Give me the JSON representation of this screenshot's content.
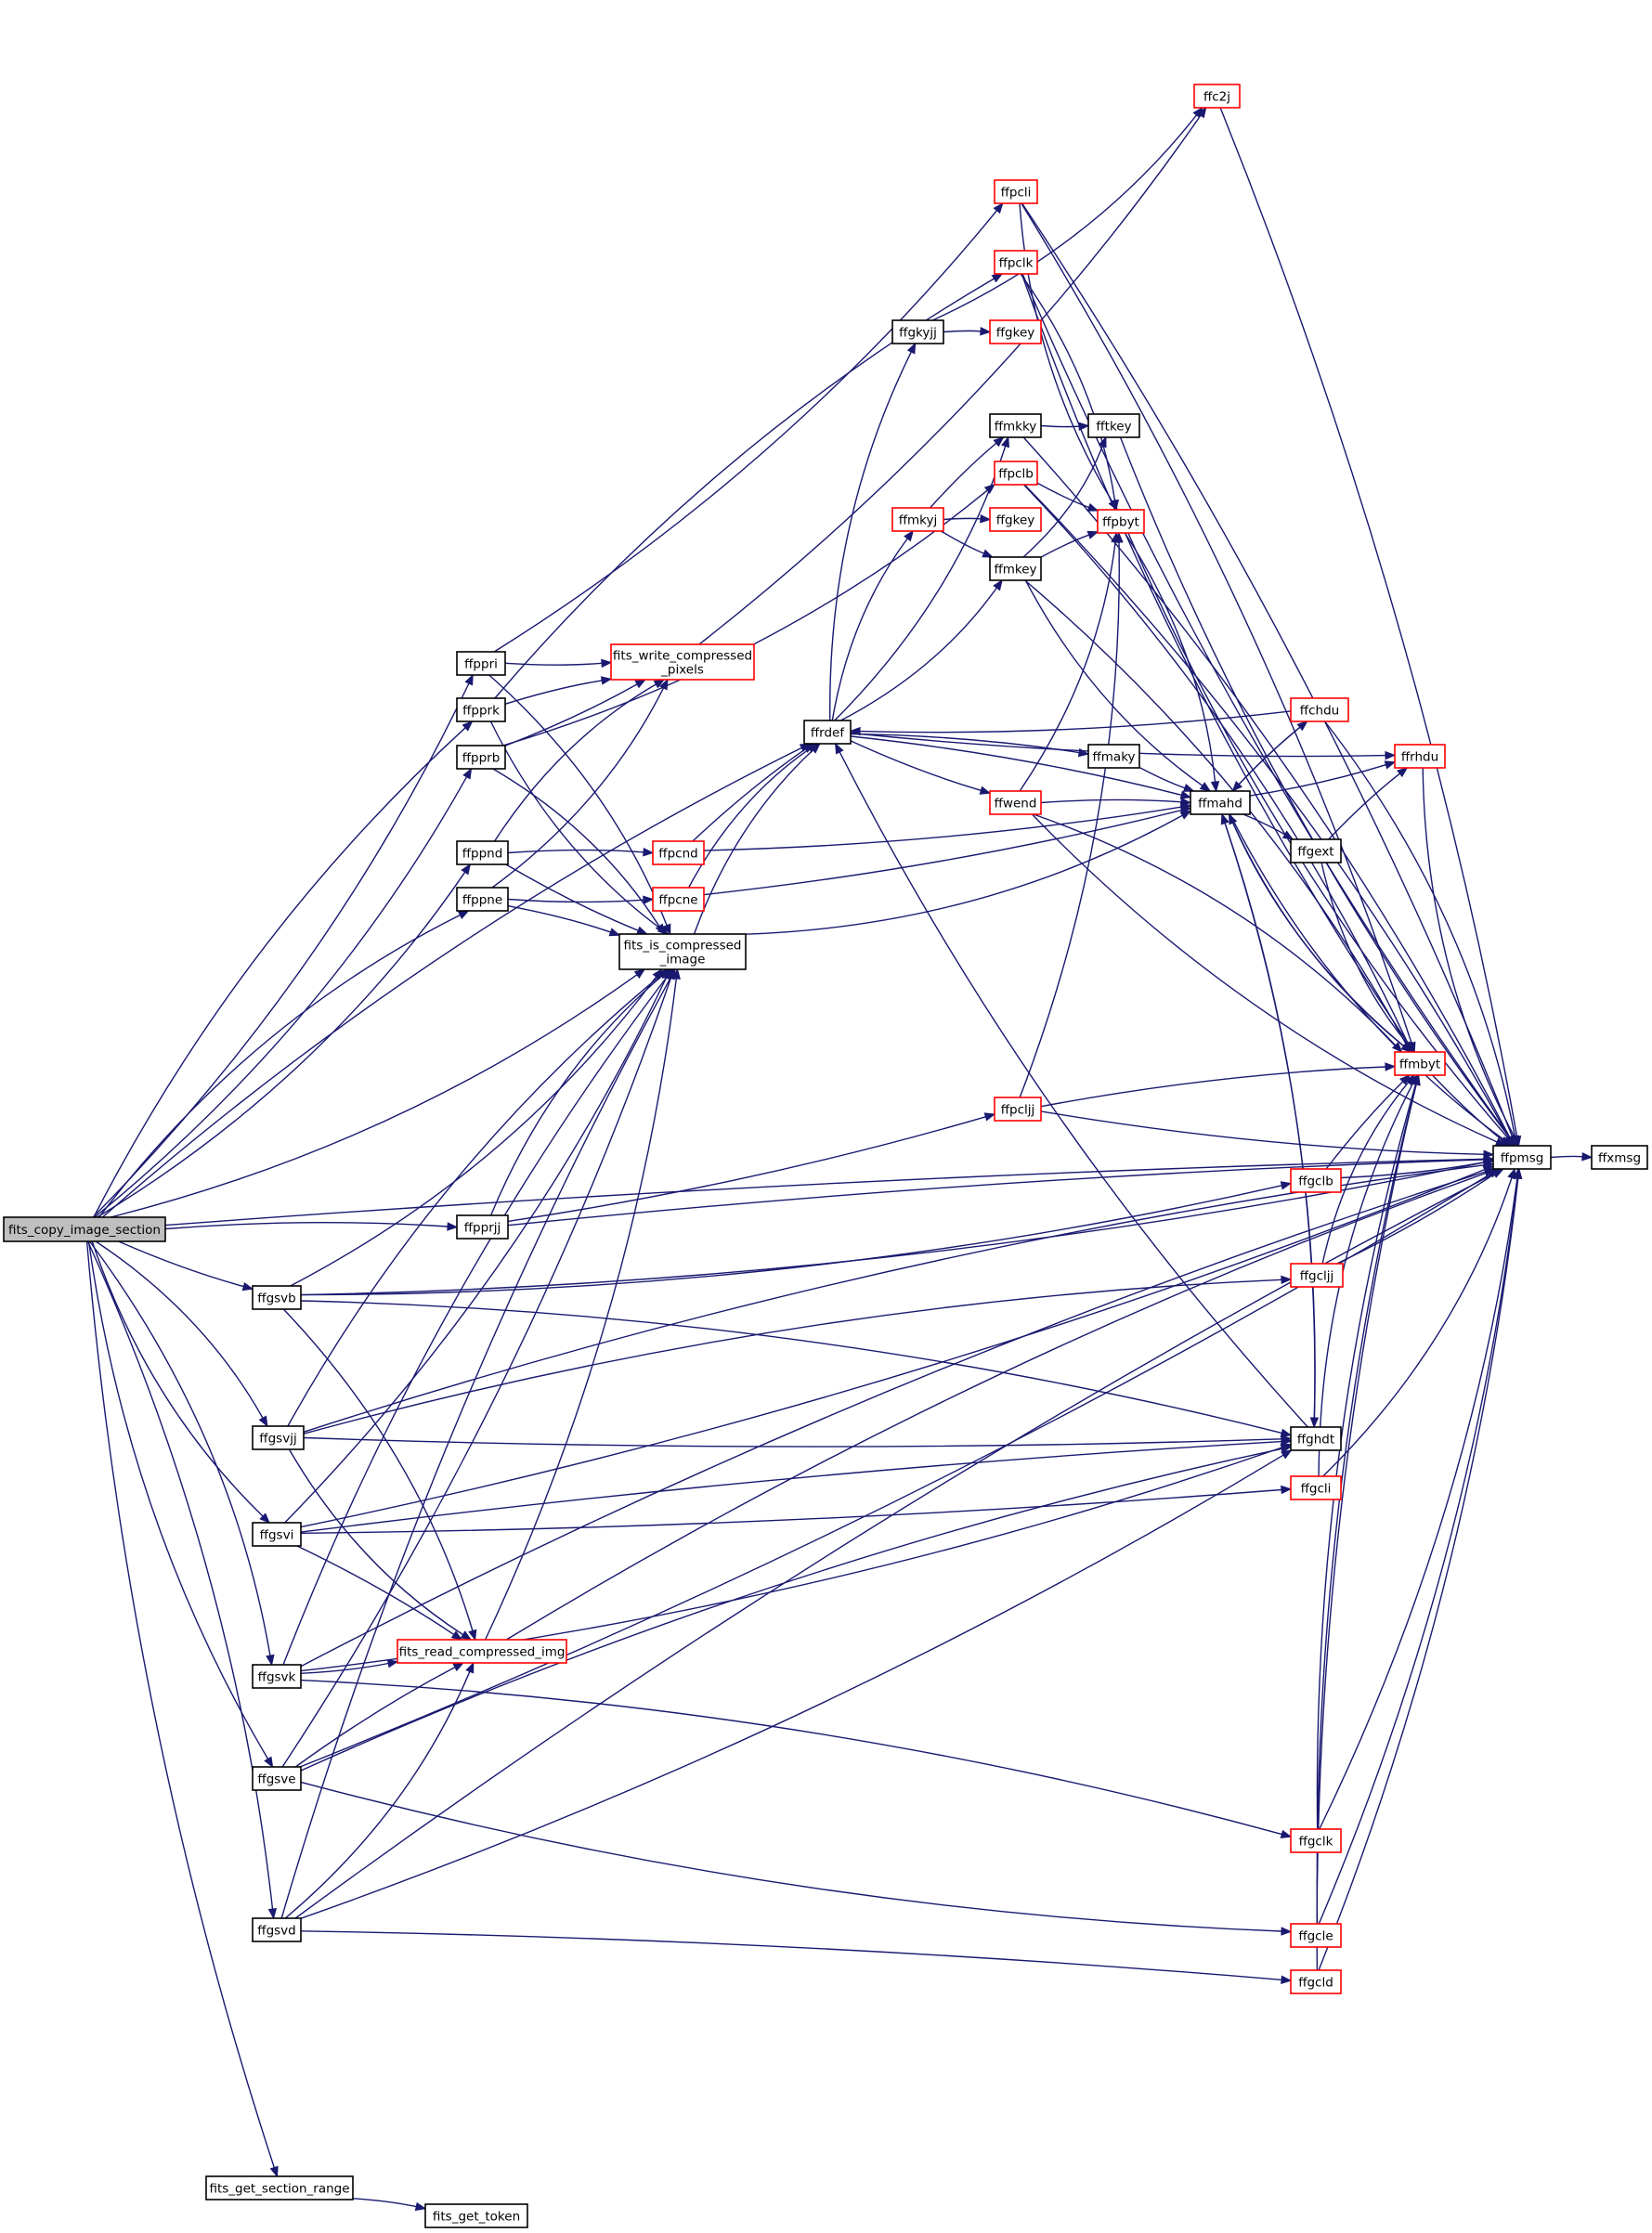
{
  "colors": {
    "edge": "#191970",
    "plain_border": "#000000",
    "linked_border": "#ff0000",
    "root_fill": "#bfbfbf"
  },
  "nodes": {
    "root": {
      "label": "fits_copy_image_section",
      "style": "root"
    },
    "ffppri": {
      "label": "ffppri",
      "style": "plain"
    },
    "ffpprk": {
      "label": "ffpprk",
      "style": "plain"
    },
    "ffpprb": {
      "label": "ffpprb",
      "style": "plain"
    },
    "ffppnd": {
      "label": "ffppnd",
      "style": "plain"
    },
    "ffppne": {
      "label": "ffppne",
      "style": "plain"
    },
    "ffpprjj": {
      "label": "ffpprjj",
      "style": "plain"
    },
    "ffgsvb": {
      "label": "ffgsvb",
      "style": "plain"
    },
    "ffgsvjj": {
      "label": "ffgsvjj",
      "style": "plain"
    },
    "ffgsvi": {
      "label": "ffgsvi",
      "style": "plain"
    },
    "ffgsvk": {
      "label": "ffgsvk",
      "style": "plain"
    },
    "ffgsve": {
      "label": "ffgsve",
      "style": "plain"
    },
    "ffgsvd": {
      "label": "ffgsvd",
      "style": "plain"
    },
    "getrange": {
      "label": "fits_get_section_range",
      "style": "plain"
    },
    "gettoken": {
      "label": "fits_get_token",
      "style": "plain"
    },
    "fwcp": {
      "label": "fits_write_compressed\n_pixels",
      "style": "linked"
    },
    "fisc": {
      "label": "fits_is_compressed\n_image",
      "style": "plain"
    },
    "frci": {
      "label": "fits_read_compressed_img",
      "style": "linked"
    },
    "ffrdef": {
      "label": "ffrdef",
      "style": "plain"
    },
    "ffpcnd": {
      "label": "ffpcnd",
      "style": "linked"
    },
    "ffpcne": {
      "label": "ffpcne",
      "style": "linked"
    },
    "ffgkyjj": {
      "label": "ffgkyjj",
      "style": "plain"
    },
    "ffgkey1": {
      "label": "ffgkey",
      "style": "linked"
    },
    "ffmkky": {
      "label": "ffmkky",
      "style": "plain"
    },
    "ffmkyj": {
      "label": "ffmkyj",
      "style": "linked"
    },
    "ffgkey2": {
      "label": "ffgkey",
      "style": "linked"
    },
    "ffmkey": {
      "label": "ffmkey",
      "style": "plain"
    },
    "ffwend": {
      "label": "ffwend",
      "style": "linked"
    },
    "ffmaky": {
      "label": "ffmaky",
      "style": "plain"
    },
    "ffpcli": {
      "label": "ffpcli",
      "style": "linked"
    },
    "ffpclk": {
      "label": "ffpclk",
      "style": "linked"
    },
    "ffpclb": {
      "label": "ffpclb",
      "style": "linked"
    },
    "ffpcljj": {
      "label": "ffpcljj",
      "style": "linked"
    },
    "ffc2j": {
      "label": "ffc2j",
      "style": "linked"
    },
    "fftkey": {
      "label": "fftkey",
      "style": "plain"
    },
    "ffpbyt": {
      "label": "ffpbyt",
      "style": "linked"
    },
    "ffmahd": {
      "label": "ffmahd",
      "style": "plain"
    },
    "ffgext": {
      "label": "ffgext",
      "style": "plain"
    },
    "ffchdu": {
      "label": "ffchdu",
      "style": "linked"
    },
    "ffghdt": {
      "label": "ffghdt",
      "style": "plain"
    },
    "ffgclb": {
      "label": "ffgclb",
      "style": "linked"
    },
    "ffgcljj": {
      "label": "ffgcljj",
      "style": "linked"
    },
    "ffgcli": {
      "label": "ffgcli",
      "style": "linked"
    },
    "ffgclk": {
      "label": "ffgclk",
      "style": "linked"
    },
    "ffgcle": {
      "label": "ffgcle",
      "style": "linked"
    },
    "ffgcld": {
      "label": "ffgcld",
      "style": "linked"
    },
    "ffrhdu": {
      "label": "ffrhdu",
      "style": "linked"
    },
    "ffmbyt": {
      "label": "ffmbyt",
      "style": "linked"
    },
    "ffpmsg": {
      "label": "ffpmsg",
      "style": "plain"
    },
    "ffxmsg": {
      "label": "ffxmsg",
      "style": "plain"
    }
  },
  "edges": [
    [
      "root",
      "ffpmsg"
    ],
    [
      "root",
      "ffppri"
    ],
    [
      "root",
      "ffpprk"
    ],
    [
      "root",
      "ffpprb"
    ],
    [
      "root",
      "ffrdef"
    ],
    [
      "root",
      "ffppnd"
    ],
    [
      "root",
      "ffppne"
    ],
    [
      "root",
      "fisc"
    ],
    [
      "root",
      "ffpprjj"
    ],
    [
      "root",
      "ffgsvb"
    ],
    [
      "root",
      "ffgsvjj"
    ],
    [
      "root",
      "ffgsvi"
    ],
    [
      "root",
      "ffgsvk"
    ],
    [
      "root",
      "ffgsve"
    ],
    [
      "root",
      "ffgsvd"
    ],
    [
      "root",
      "getrange"
    ],
    [
      "getrange",
      "gettoken"
    ],
    [
      "ffppri",
      "fwcp"
    ],
    [
      "ffppri",
      "fisc"
    ],
    [
      "ffppri",
      "ffpcli"
    ],
    [
      "ffpprk",
      "fwcp"
    ],
    [
      "ffpprk",
      "fisc"
    ],
    [
      "ffpprk",
      "ffpclk"
    ],
    [
      "ffpprb",
      "fwcp"
    ],
    [
      "ffpprb",
      "fisc"
    ],
    [
      "ffpprb",
      "ffpclb"
    ],
    [
      "ffppnd",
      "fwcp"
    ],
    [
      "ffppnd",
      "fisc"
    ],
    [
      "ffppnd",
      "ffpcnd"
    ],
    [
      "ffppne",
      "fwcp"
    ],
    [
      "ffppne",
      "fisc"
    ],
    [
      "ffppne",
      "ffpcne"
    ],
    [
      "ffpprjj",
      "fisc"
    ],
    [
      "ffpprjj",
      "ffpcljj"
    ],
    [
      "ffpprjj",
      "ffpmsg"
    ],
    [
      "fwcp",
      "ffc2j"
    ],
    [
      "fisc",
      "ffrdef"
    ],
    [
      "fisc",
      "ffmahd"
    ],
    [
      "ffpcnd",
      "ffrdef"
    ],
    [
      "ffpcnd",
      "ffmahd"
    ],
    [
      "ffpcne",
      "ffrdef"
    ],
    [
      "ffpcne",
      "ffmahd"
    ],
    [
      "ffrdef",
      "ffgkyjj"
    ],
    [
      "ffrdef",
      "ffmkky"
    ],
    [
      "ffrdef",
      "ffmkyj"
    ],
    [
      "ffrdef",
      "ffmkey"
    ],
    [
      "ffrdef",
      "ffmaky"
    ],
    [
      "ffrdef",
      "ffwend"
    ],
    [
      "ffrdef",
      "ffmahd"
    ],
    [
      "ffrdef",
      "ffrhdu"
    ],
    [
      "ffgkyjj",
      "ffgkey1"
    ],
    [
      "ffgkyjj",
      "ffc2j"
    ],
    [
      "ffmkyj",
      "ffgkey2"
    ],
    [
      "ffmkyj",
      "ffmkey"
    ],
    [
      "ffmkyj",
      "ffmkky"
    ],
    [
      "ffmkky",
      "fftkey"
    ],
    [
      "ffmkky",
      "ffpmsg"
    ],
    [
      "ffmkey",
      "fftkey"
    ],
    [
      "ffmkey",
      "ffpbyt"
    ],
    [
      "ffmkey",
      "ffmahd"
    ],
    [
      "ffmkey",
      "ffmbyt"
    ],
    [
      "ffmaky",
      "ffmahd"
    ],
    [
      "ffwend",
      "ffmahd"
    ],
    [
      "ffwend",
      "ffpbyt"
    ],
    [
      "ffwend",
      "ffmbyt"
    ],
    [
      "ffwend",
      "ffpmsg"
    ],
    [
      "ffpcli",
      "ffpmsg"
    ],
    [
      "ffpcli",
      "ffpbyt"
    ],
    [
      "ffpcli",
      "ffmbyt"
    ],
    [
      "ffpclk",
      "ffpmsg"
    ],
    [
      "ffpclk",
      "ffpbyt"
    ],
    [
      "ffpclk",
      "ffmbyt"
    ],
    [
      "ffpclb",
      "ffpmsg"
    ],
    [
      "ffpclb",
      "ffpbyt"
    ],
    [
      "ffpclb",
      "ffmbyt"
    ],
    [
      "ffpcljj",
      "ffpbyt"
    ],
    [
      "ffpcljj",
      "ffmbyt"
    ],
    [
      "ffpcljj",
      "ffpmsg"
    ],
    [
      "ffc2j",
      "ffpmsg"
    ],
    [
      "fftkey",
      "ffpmsg"
    ],
    [
      "ffpbyt",
      "ffmahd"
    ],
    [
      "ffpbyt",
      "ffpmsg"
    ],
    [
      "ffmahd",
      "ffchdu"
    ],
    [
      "ffmahd",
      "ffrhdu"
    ],
    [
      "ffmahd",
      "ffgext"
    ],
    [
      "ffmahd",
      "ffmbyt"
    ],
    [
      "ffmahd",
      "ffghdt"
    ],
    [
      "ffmahd",
      "ffpmsg"
    ],
    [
      "ffchdu",
      "ffrdef"
    ],
    [
      "ffchdu",
      "ffmahd"
    ],
    [
      "ffchdu",
      "ffpmsg"
    ],
    [
      "ffgext",
      "ffmbyt"
    ],
    [
      "ffgext",
      "ffrhdu"
    ],
    [
      "ffrhdu",
      "ffpmsg"
    ],
    [
      "ffghdt",
      "ffrdef"
    ],
    [
      "ffghdt",
      "ffmahd"
    ],
    [
      "ffmbyt",
      "ffmahd"
    ],
    [
      "ffmbyt",
      "ffpmsg"
    ],
    [
      "ffgclb",
      "ffmbyt"
    ],
    [
      "ffgclb",
      "ffpmsg"
    ],
    [
      "ffgcljj",
      "ffmbyt"
    ],
    [
      "ffgcljj",
      "ffpmsg"
    ],
    [
      "ffgcli",
      "ffmbyt"
    ],
    [
      "ffgcli",
      "ffpmsg"
    ],
    [
      "ffgclk",
      "ffmbyt"
    ],
    [
      "ffgclk",
      "ffpmsg"
    ],
    [
      "ffgcle",
      "ffmbyt"
    ],
    [
      "ffgcle",
      "ffpmsg"
    ],
    [
      "ffgcld",
      "ffmbyt"
    ],
    [
      "ffgcld",
      "ffpmsg"
    ],
    [
      "ffpmsg",
      "ffxmsg"
    ],
    [
      "ffgsvb",
      "fisc"
    ],
    [
      "ffgsvb",
      "frci"
    ],
    [
      "ffgsvb",
      "ffgclb"
    ],
    [
      "ffgsvb",
      "ffghdt"
    ],
    [
      "ffgsvb",
      "ffpmsg"
    ],
    [
      "ffgsvjj",
      "fisc"
    ],
    [
      "ffgsvjj",
      "frci"
    ],
    [
      "ffgsvjj",
      "ffgcljj"
    ],
    [
      "ffgsvjj",
      "ffghdt"
    ],
    [
      "ffgsvjj",
      "ffpmsg"
    ],
    [
      "ffgsvi",
      "fisc"
    ],
    [
      "ffgsvi",
      "frci"
    ],
    [
      "ffgsvi",
      "ffgcli"
    ],
    [
      "ffgsvi",
      "ffghdt"
    ],
    [
      "ffgsvi",
      "ffpmsg"
    ],
    [
      "ffgsvk",
      "fisc"
    ],
    [
      "ffgsvk",
      "frci"
    ],
    [
      "ffgsvk",
      "ffgclk"
    ],
    [
      "ffgsvk",
      "ffghdt"
    ],
    [
      "ffgsvk",
      "ffpmsg"
    ],
    [
      "ffgsve",
      "fisc"
    ],
    [
      "ffgsve",
      "frci"
    ],
    [
      "ffgsve",
      "ffgcle"
    ],
    [
      "ffgsve",
      "ffghdt"
    ],
    [
      "ffgsve",
      "ffpmsg"
    ],
    [
      "ffgsvd",
      "fisc"
    ],
    [
      "ffgsvd",
      "frci"
    ],
    [
      "ffgsvd",
      "ffgcld"
    ],
    [
      "ffgsvd",
      "ffghdt"
    ],
    [
      "ffgsvd",
      "ffpmsg"
    ],
    [
      "frci",
      "fisc"
    ],
    [
      "frci",
      "ffpmsg"
    ]
  ]
}
